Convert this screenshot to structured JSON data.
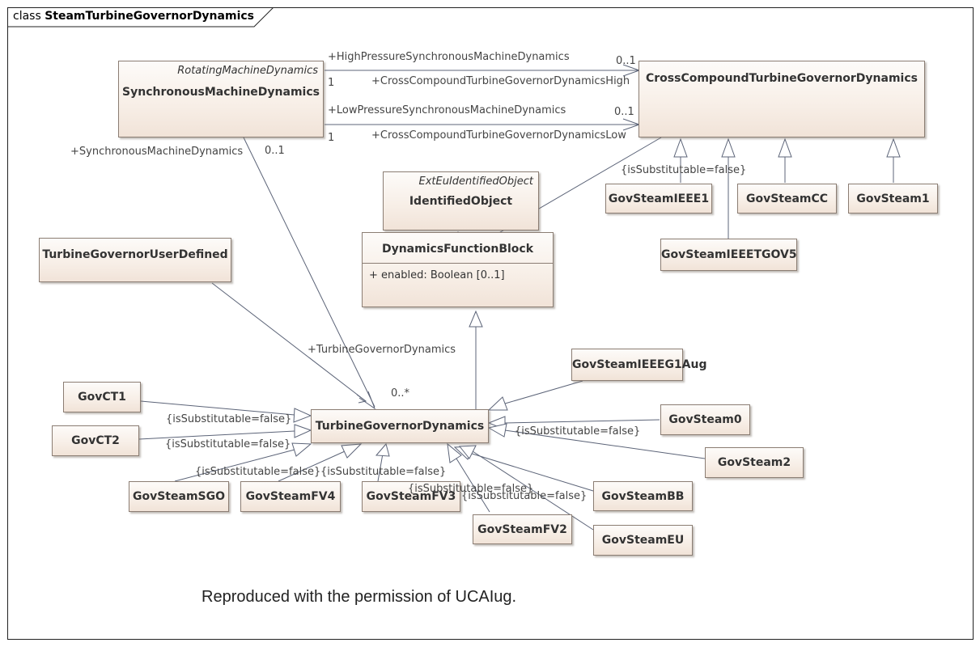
{
  "frame": {
    "kind": "class",
    "name": "SteamTurbineGovernorDynamics"
  },
  "classes": {
    "synchronous_machine_dynamics": {
      "stereotype": "RotatingMachineDynamics",
      "name": "SynchronousMachineDynamics"
    },
    "cross_compound": {
      "name": "CrossCompoundTurbineGovernorDynamics"
    },
    "identified_object": {
      "stereotype": "ExtEuIdentifiedObject",
      "name": "IdentifiedObject"
    },
    "dynamics_function_block": {
      "name": "DynamicsFunctionBlock",
      "attribute": "+    enabled: Boolean [0..1]"
    },
    "turbine_governor_user_defined": {
      "name": "TurbineGovernorUserDefined"
    },
    "turbine_governor_dynamics": {
      "name": "TurbineGovernorDynamics"
    },
    "gov_steam_ieee1": {
      "name": "GovSteamIEEE1"
    },
    "gov_steam_cc": {
      "name": "GovSteamCC"
    },
    "gov_steam1": {
      "name": "GovSteam1"
    },
    "gov_steam_ieeetgov5": {
      "name": "GovSteamIEEETGOV5"
    },
    "gov_steam_ieeeg1aug": {
      "name": "GovSteamIEEEG1Aug"
    },
    "gov_steam0": {
      "name": "GovSteam0"
    },
    "gov_steam2": {
      "name": "GovSteam2"
    },
    "gov_steam_bb": {
      "name": "GovSteamBB"
    },
    "gov_steam_eu": {
      "name": "GovSteamEU"
    },
    "gov_steam_fv2": {
      "name": "GovSteamFV2"
    },
    "gov_steam_fv3": {
      "name": "GovSteamFV3"
    },
    "gov_steam_fv4": {
      "name": "GovSteamFV4"
    },
    "gov_steam_sgo": {
      "name": "GovSteamSGO"
    },
    "gov_ct1": {
      "name": "GovCT1"
    },
    "gov_ct2": {
      "name": "GovCT2"
    }
  },
  "labels": {
    "hp_role": "+HighPressureSynchronousMachineDynamics",
    "hp_mult_target": "0..1",
    "hp_mult_source": "1",
    "hp_role_back": "+CrossCompoundTurbineGovernorDynamicsHigh",
    "lp_role": "+LowPressureSynchronousMachineDynamics",
    "lp_mult_target": "0..1",
    "lp_mult_source": "1",
    "lp_role_back": "+CrossCompoundTurbineGovernorDynamicsLow",
    "sm_role": "+SynchronousMachineDynamics",
    "sm_mult": "0..1",
    "tgd_role": "+TurbineGovernorDynamics",
    "tgd_mult": "0..*",
    "ieee1_constraint": "{isSubstitutable=false}",
    "ct1_constraint": "{isSubstitutable=false}",
    "ct2_constraint": "{isSubstitutable=false}",
    "steam0_constraint": "{isSubstitutable=false}",
    "sgo_constraint": "{isSubstitutable=false}",
    "fv4_constraint": "{isSubstitutable=false}",
    "fv3_constraint": "{isSubstitutable=false}",
    "fv2_constraint": "{isSubstitutable=false}"
  },
  "footnote": "Reproduced with the permission of UCAIug."
}
